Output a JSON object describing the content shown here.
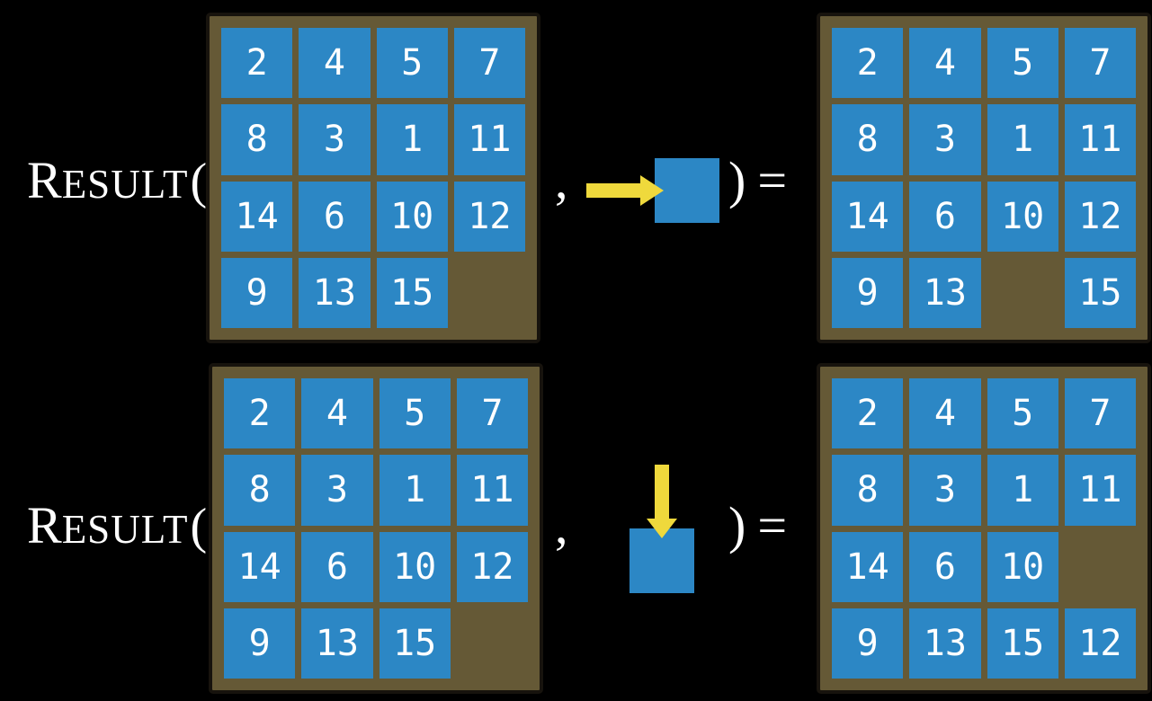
{
  "labels": {
    "result_cap": "R",
    "result_small": "ESULT",
    "open_paren": "(",
    "comma": ",",
    "close_paren": ")",
    "equals": "="
  },
  "colors": {
    "background": "#000000",
    "tile_blue": "#2c87c5",
    "board_brown": "#655936",
    "board_border": "#17130d",
    "arrow_yellow": "#efd93c",
    "text_white": "#ffffff"
  },
  "equations": [
    {
      "id": "move-right",
      "action_direction": "right",
      "action_icon": "arrow-right-icon",
      "input_grid": [
        [
          "2",
          "4",
          "5",
          "7"
        ],
        [
          "8",
          "3",
          "1",
          "11"
        ],
        [
          "14",
          "6",
          "10",
          "12"
        ],
        [
          "9",
          "13",
          "15",
          ""
        ]
      ],
      "output_grid": [
        [
          "2",
          "4",
          "5",
          "7"
        ],
        [
          "8",
          "3",
          "1",
          "11"
        ],
        [
          "14",
          "6",
          "10",
          "12"
        ],
        [
          "9",
          "13",
          "",
          "15"
        ]
      ]
    },
    {
      "id": "move-down",
      "action_direction": "down",
      "action_icon": "arrow-down-icon",
      "input_grid": [
        [
          "2",
          "4",
          "5",
          "7"
        ],
        [
          "8",
          "3",
          "1",
          "11"
        ],
        [
          "14",
          "6",
          "10",
          "12"
        ],
        [
          "9",
          "13",
          "15",
          ""
        ]
      ],
      "output_grid": [
        [
          "2",
          "4",
          "5",
          "7"
        ],
        [
          "8",
          "3",
          "1",
          "11"
        ],
        [
          "14",
          "6",
          "10",
          ""
        ],
        [
          "9",
          "13",
          "15",
          "12"
        ]
      ]
    }
  ]
}
